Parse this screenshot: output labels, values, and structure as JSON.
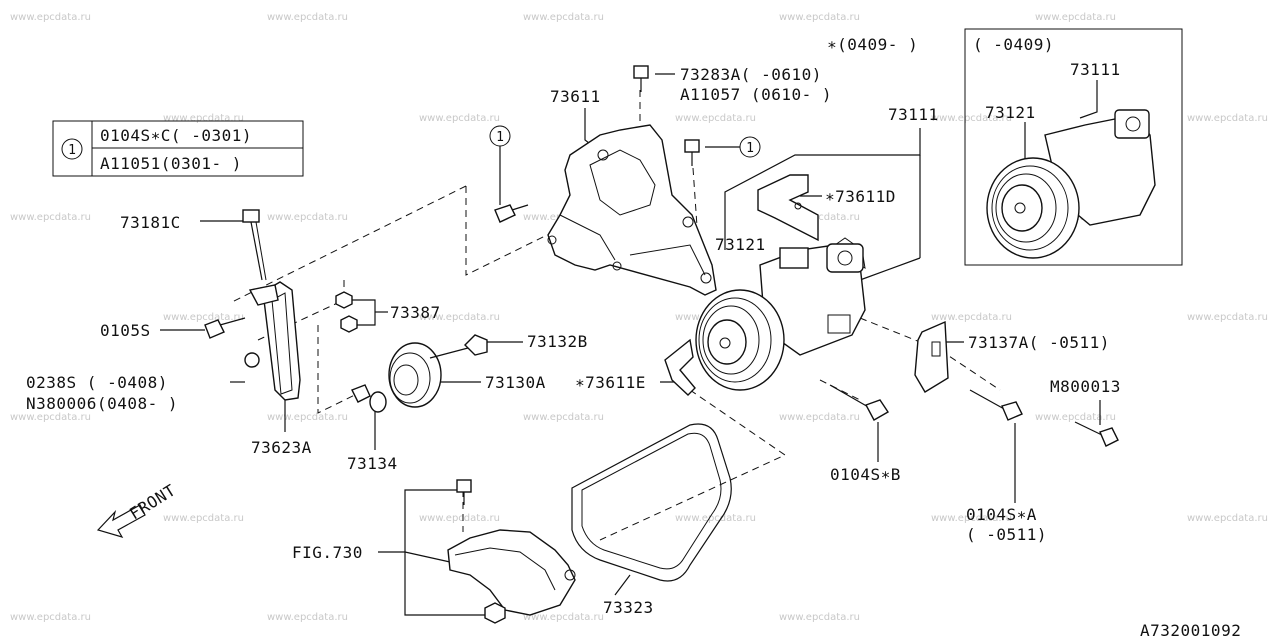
{
  "watermark": "www.epcdata.ru",
  "legend": {
    "ref": "1",
    "row1": "0104S∗C(  -0301)",
    "row2": "A11051(0301-  )"
  },
  "inset": {
    "title": "(  -0409)",
    "label_a": "73111",
    "label_b": "73121"
  },
  "labels": {
    "star_0409": "∗(0409-  )",
    "p73111": "73111",
    "p73283a": "73283A(  -0610)",
    "a11057": "A11057 (0610-  )",
    "p73611": "73611",
    "ref1_a": "1",
    "ref1_b": "1",
    "p73611d": "∗73611D",
    "p73121": "73121",
    "p73181c": "73181C",
    "p0105s": "0105S",
    "p73387": "73387",
    "p73132b": "73132B",
    "p0238s": "0238S  (  -0408)",
    "n380006": "N380006(0408-  )",
    "p73130a": "73130A",
    "p73611e": "∗73611E",
    "p73623a": "73623A",
    "p73134": "73134",
    "p73137a": "73137A(  -0511)",
    "m800013": "M800013",
    "p0104sb": "0104S∗B",
    "p0104sa": "0104S∗A",
    "p0104sa_range": "(  -0511)",
    "front": "FRONT",
    "fig730": "FIG.730",
    "p73323": "73323",
    "diagram_id": "A732001092"
  }
}
